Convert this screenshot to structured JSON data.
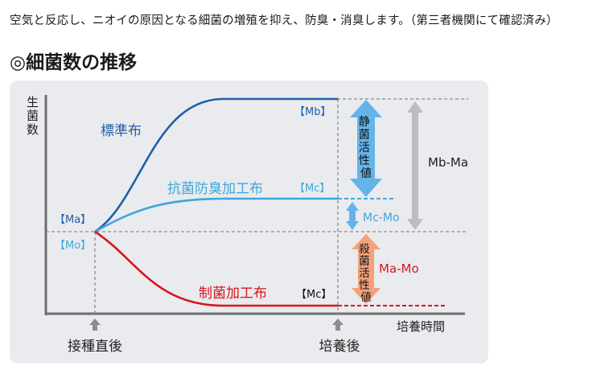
{
  "intro": "空気と反応し、ニオイの原因となる細菌の増殖を抑え、防臭・消臭します。（第三者機関にて確認済み）",
  "heading": "◎細菌数の推移",
  "colors": {
    "standard": "#1f5fa8",
    "antiodor": "#3ea6dc",
    "antibacterial": "#d7161e",
    "static_arrow": "#64b4e8",
    "kill_arrow": "#f2a27a",
    "gray_arrow": "#bdbdbd",
    "guide": "#8c8c8c",
    "panel": "#e9ebee"
  },
  "chart_data": {
    "type": "line",
    "title": "",
    "ylabel": "生菌数",
    "xlabel": "培養時間",
    "x_markers": [
      "接種直後",
      "培養後"
    ],
    "levels": {
      "Mb": "【Mb】",
      "Mc_antiodor": "【Mc】",
      "Ma": "【Ma】",
      "Mo": "【Mo】",
      "Mc_antibacterial": "【Mc】"
    },
    "series": [
      {
        "name": "標準布",
        "label": "標準布",
        "from": "Ma",
        "to": "Mb"
      },
      {
        "name": "抗菌防臭加工布",
        "label": "抗菌防臭加工布",
        "from": "Ma",
        "to": "Mc"
      },
      {
        "name": "制菌加工布",
        "label": "制菌加工布",
        "from": "Ma",
        "to": "Mc"
      }
    ],
    "annotations": {
      "static": "静菌活性値",
      "mc_mo": "Mc-Mo",
      "bactericidal": "殺菌活性値",
      "ma_mo": "Ma-Mo",
      "mb_ma": "Mb-Ma"
    }
  }
}
